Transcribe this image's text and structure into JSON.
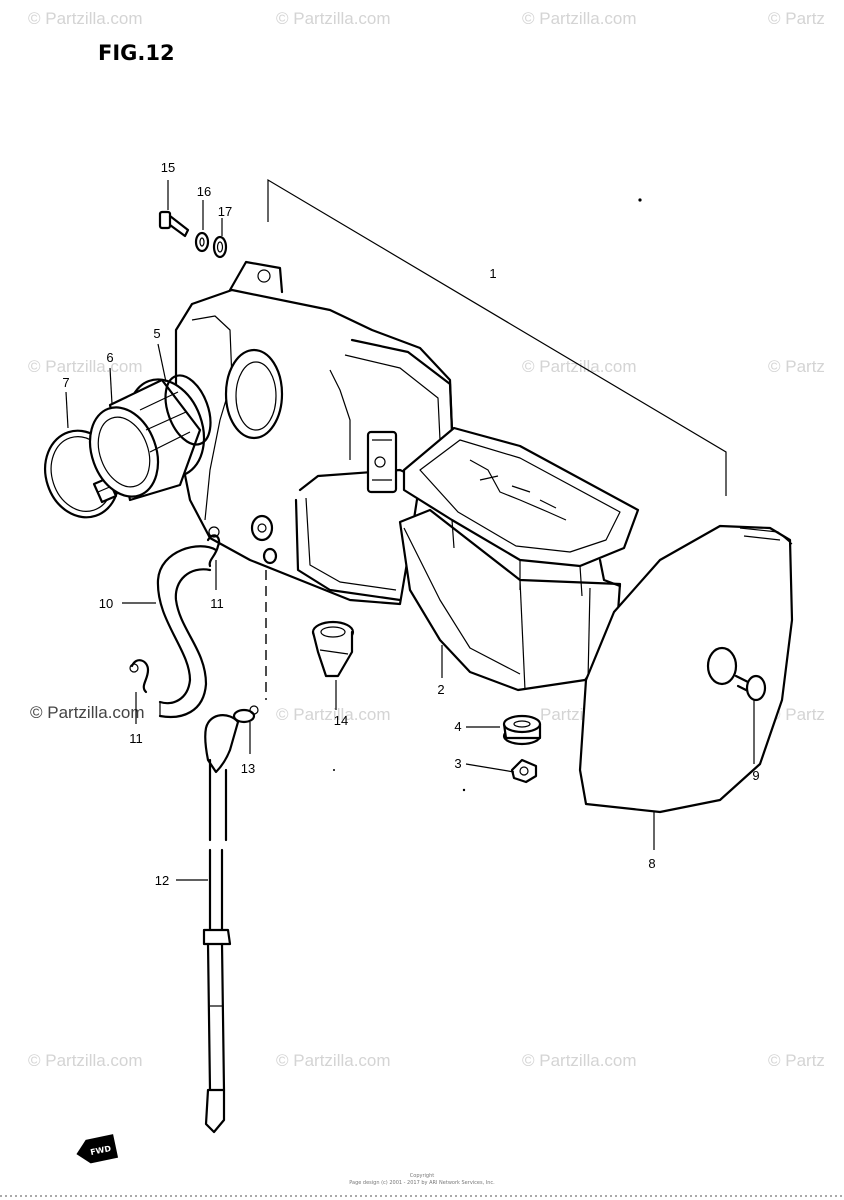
{
  "figure": {
    "title": "FIG.12"
  },
  "watermark": {
    "text": "© Partzilla.com",
    "cut_text": "© Partz",
    "short_text": "© Partzilla",
    "mid_text": "Partzilla.com"
  },
  "callouts": {
    "c1": "1",
    "c2": "2",
    "c3": "3",
    "c4": "4",
    "c5": "5",
    "c6": "6",
    "c7": "7",
    "c8": "8",
    "c9": "9",
    "c10": "10",
    "c11a": "11",
    "c11b": "11",
    "c12": "12",
    "c13": "13",
    "c14": "14",
    "c15": "15",
    "c16": "16",
    "c17": "17"
  },
  "footer": {
    "copy_line1": "Copyright",
    "copy_line2": "Page design (c) 2001 - 2017 by ARI Network Services, Inc.",
    "fwd_label": "FWD"
  }
}
